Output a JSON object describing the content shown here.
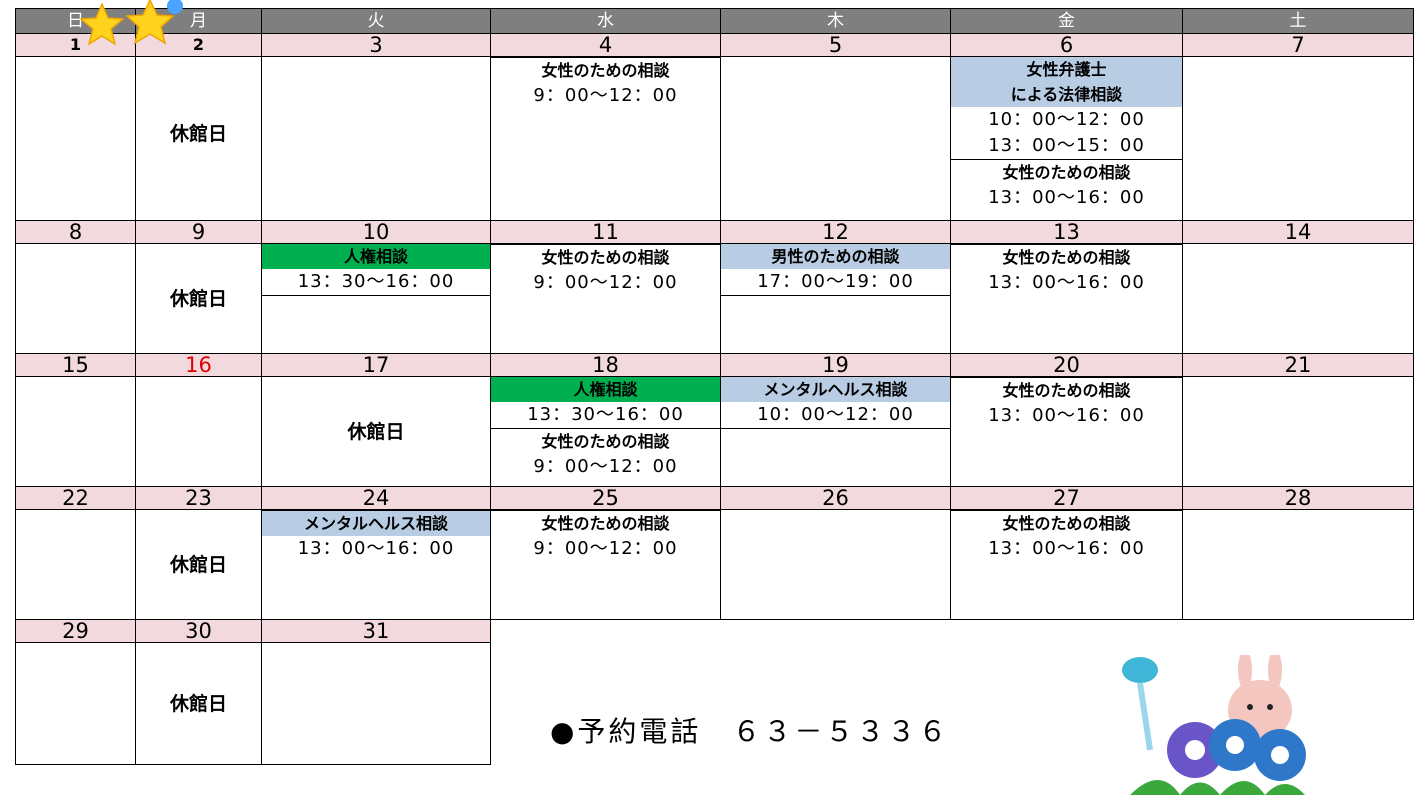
{
  "weekdays": [
    "日",
    "月",
    "火",
    "水",
    "木",
    "金",
    "土"
  ],
  "weeks": [
    {
      "dates": [
        "1",
        "2",
        "3",
        "4",
        "5",
        "6",
        "7"
      ]
    },
    {
      "dates": [
        "8",
        "9",
        "10",
        "11",
        "12",
        "13",
        "14"
      ]
    },
    {
      "dates": [
        "15",
        "16",
        "17",
        "18",
        "19",
        "20",
        "21"
      ]
    },
    {
      "dates": [
        "22",
        "23",
        "24",
        "25",
        "26",
        "27",
        "28"
      ]
    },
    {
      "dates": [
        "29",
        "30",
        "31"
      ]
    }
  ],
  "closed_label": "休館日",
  "labels": {
    "women_consult": "女性のための相談",
    "women_lawyer_1": "女性弁護士",
    "women_lawyer_2": "による法律相談",
    "human_rights": "人権相談",
    "men_consult": "男性のための相談",
    "mental_health": "メンタルヘルス相談"
  },
  "times": {
    "t9_12": "9：00～12：00",
    "t10_12": "10：00～12：00",
    "t13_15": "13：00～15：00",
    "t13_16": "13：00～16：00",
    "t1330_16": "13：30～16：00",
    "t17_19": "17：00～19：00"
  },
  "phone": "●予約電話　６３－５３３６",
  "colors": {
    "header_bg": "#7f7f7f",
    "date_bg": "#f1d9dd",
    "blue_label": "#b8cce4",
    "green_label": "#00b050",
    "holiday_red": "#e00000"
  }
}
